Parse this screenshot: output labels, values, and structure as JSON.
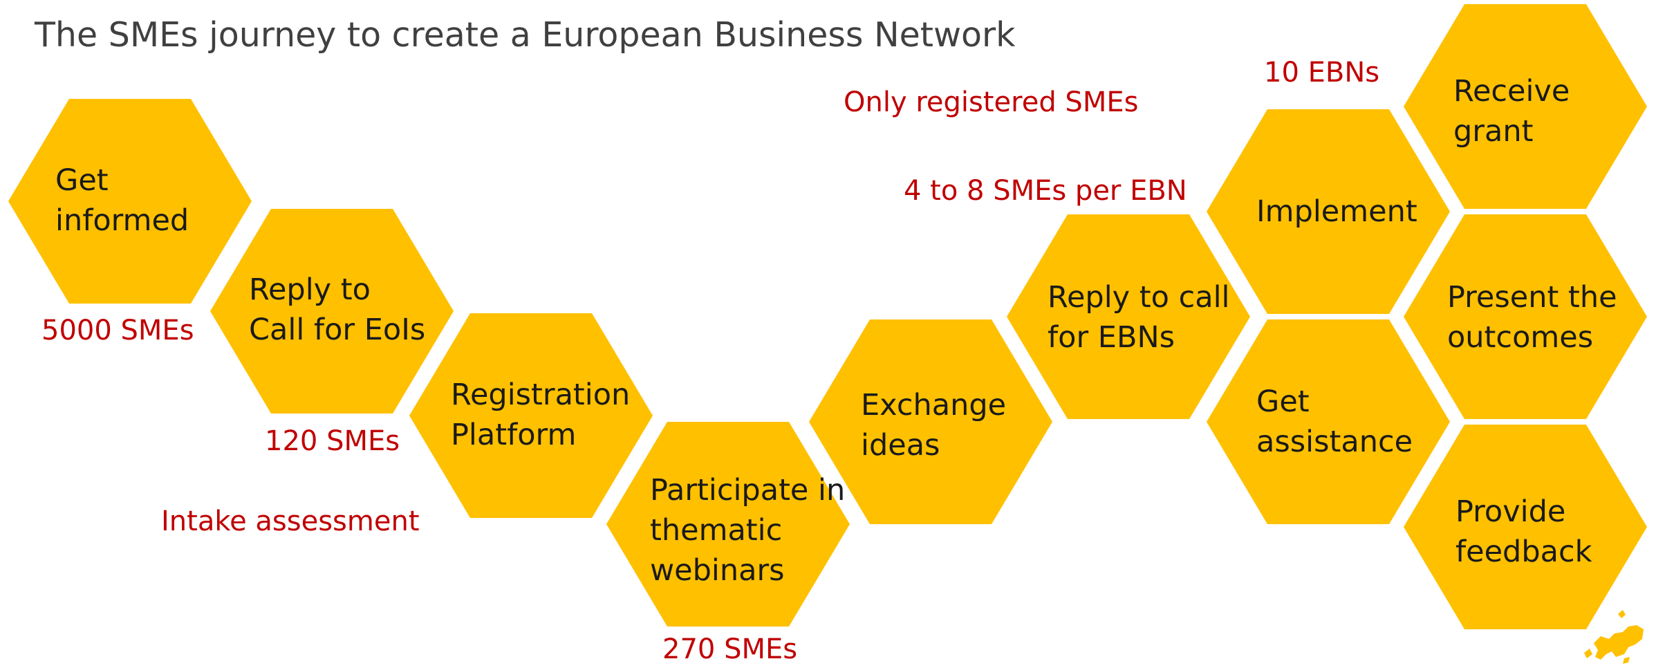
{
  "title": "The SMEs journey to create a European Business Network",
  "accent_color": "#FFC000",
  "note_color": "#C00000",
  "steps": [
    {
      "label": "Get\ninformed"
    },
    {
      "label": "Reply to\nCall for EoIs"
    },
    {
      "label": "Registration\nPlatform"
    },
    {
      "label": "Participate in\nthematic\nwebinars"
    },
    {
      "label": "Exchange\nideas"
    },
    {
      "label": "Reply to call\nfor EBNs"
    },
    {
      "label": "Implement"
    },
    {
      "label": "Get\nassistance"
    },
    {
      "label": "Receive\ngrant"
    },
    {
      "label": "Present the\noutcomes"
    },
    {
      "label": "Provide\nfeedback"
    }
  ],
  "notes": {
    "smes_5000": "5000 SMEs",
    "smes_120": "120 SMEs",
    "intake": "Intake assessment",
    "smes_270": "270 SMEs",
    "only_registered": "Only registered SMEs",
    "per_ebn": "4 to 8 SMEs per EBN",
    "ebns_10": "10 EBNs"
  },
  "logo_icon": "europe-map-icon"
}
